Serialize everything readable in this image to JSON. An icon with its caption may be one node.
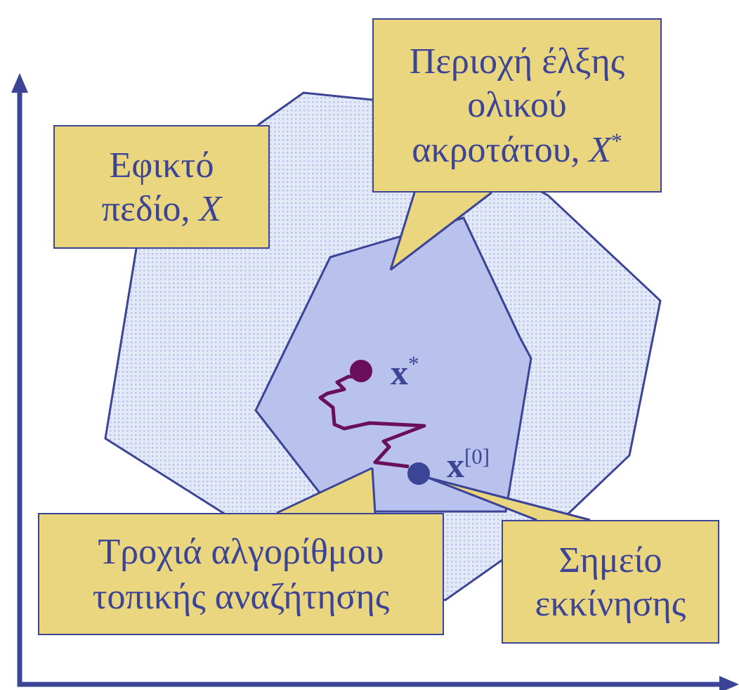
{
  "diagram": {
    "nodes": [
      {
        "text": [],
        "shape": "polygon"
      },
      {
        "text": [],
        "shape": "polygon",
        "in": 0
      },
      {
        "text": [
          "Εφικτό πεδίο, *X*"
        ]
      },
      {
        "text": [
          "Περιοχή έλξης ολικού ακροτάτου, *X*$^{*}$"
        ]
      },
      {
        "text": [],
        "shape": "circle",
        "in": 1,
        "beside": [
          "**x**$^{*}$"
        ]
      },
      {
        "text": [],
        "shape": "curve",
        "in": 1
      },
      {
        "text": [],
        "shape": "circle",
        "in": 1,
        "beside": [
          "**x**$^{[0]}$"
        ]
      },
      {
        "text": [
          "Τροχιά αλγορίθμου τοπικής αναζήτησης"
        ]
      },
      {
        "text": [
          "Σημείο εκκίνησης"
        ]
      }
    ],
    "edges": [
      {
        "from": 3,
        "to": 1,
        "arrow": "none"
      },
      {
        "from": 7,
        "to": 5,
        "arrow": "none"
      },
      {
        "from": 8,
        "to": 6,
        "arrow": "none"
      }
    ]
  }
}
